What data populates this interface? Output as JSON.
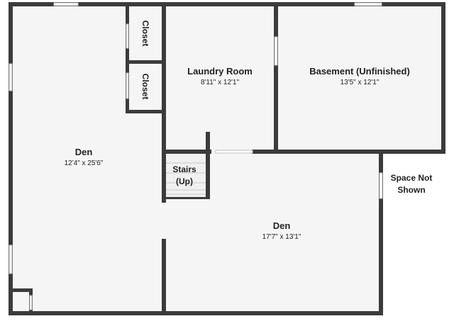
{
  "colors": {
    "wall": "#3b3b3b",
    "floor": "#f5f5f5",
    "window": "#ffffff",
    "text": "#222222"
  },
  "rooms": {
    "den_left": {
      "name": "Den",
      "dimensions": "12'4\" x 25'6\""
    },
    "closet_top": {
      "name": "Closet"
    },
    "closet_bottom": {
      "name": "Closet"
    },
    "laundry": {
      "name": "Laundry Room",
      "dimensions": "8'11\" x 12'1\""
    },
    "basement": {
      "name": "Basement (Unfinished)",
      "dimensions": "13'5\" x 12'1\""
    },
    "stairs": {
      "line1": "Stairs",
      "line2": "(Up)"
    },
    "den_right": {
      "name": "Den",
      "dimensions": "17'7\" x 13'1\""
    }
  },
  "notes": {
    "space_not_shown": {
      "line1": "Space Not",
      "line2": "Shown"
    }
  }
}
